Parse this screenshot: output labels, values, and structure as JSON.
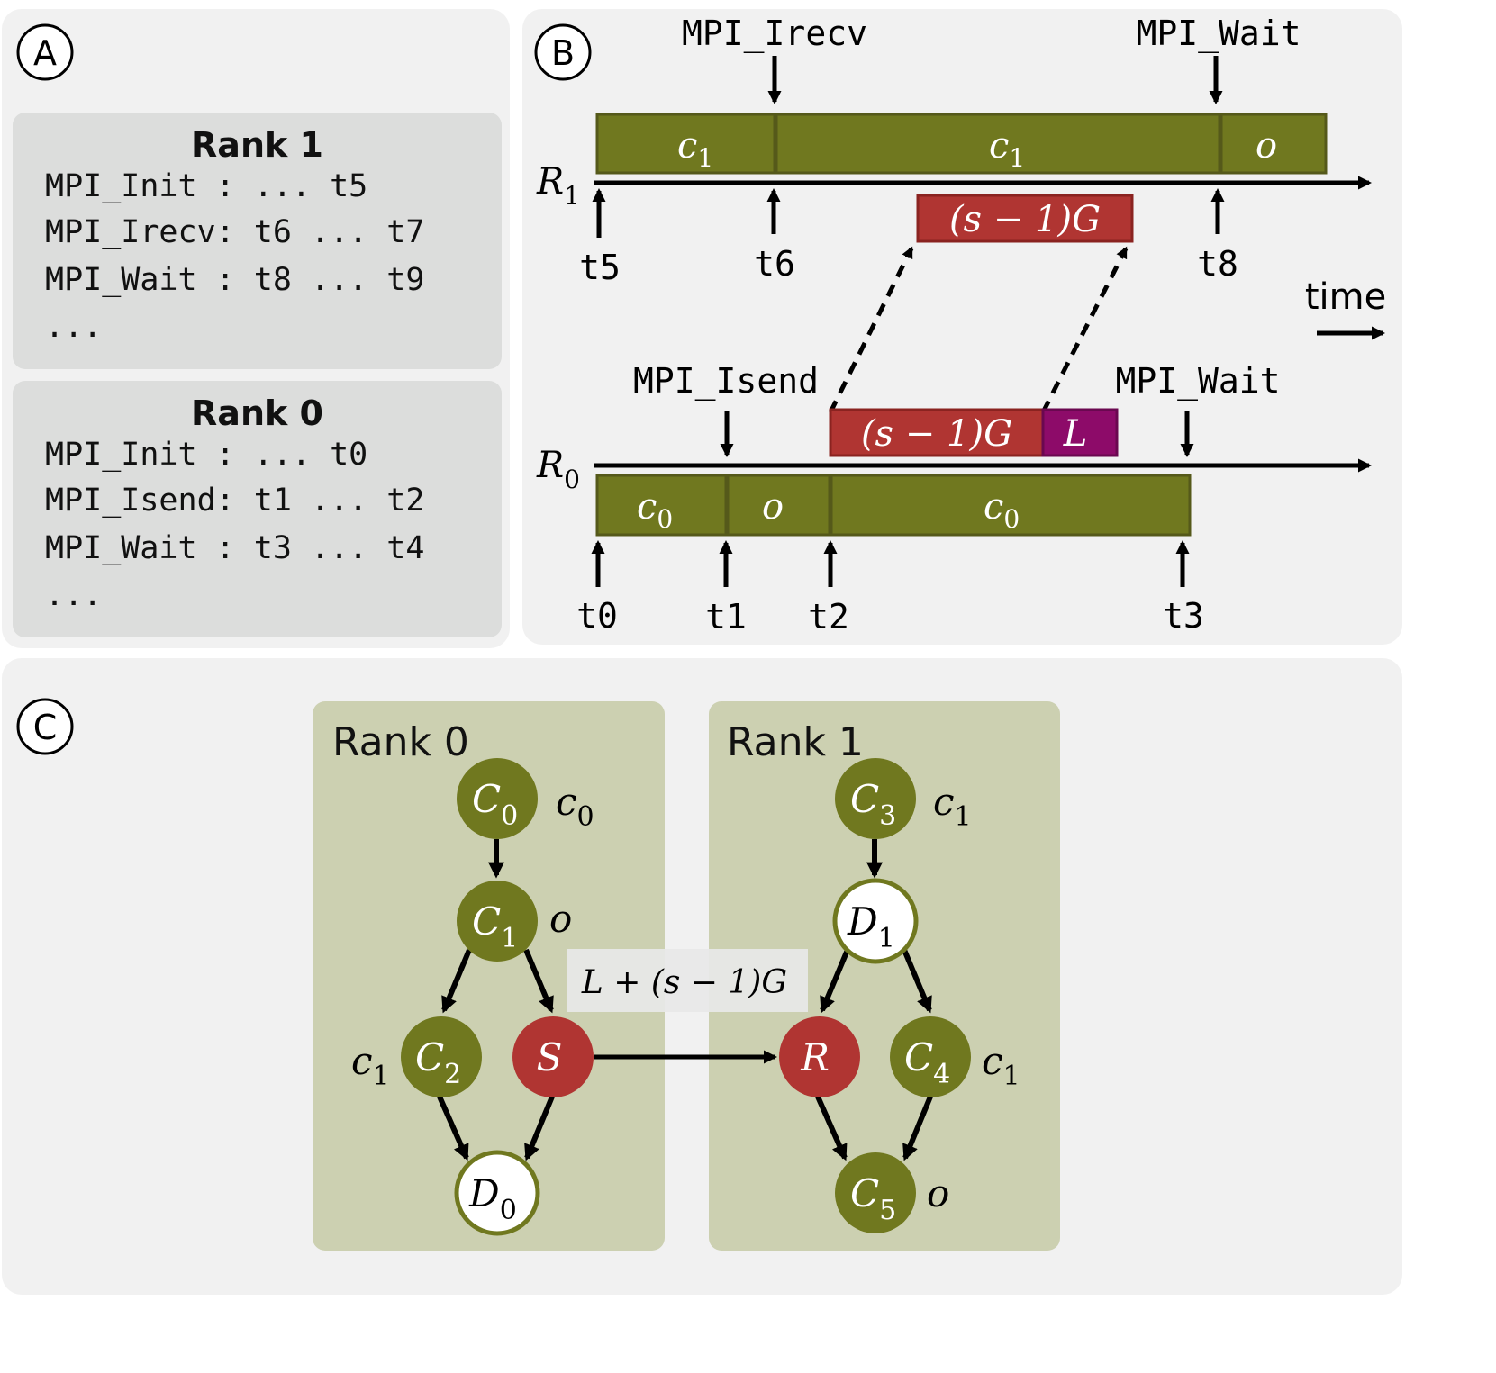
{
  "panel_a": {
    "badge": "A",
    "rank1": {
      "title": "Rank 1",
      "lines": [
        "MPI_Init : ... t5",
        "MPI_Irecv: t6 ... t7",
        "MPI_Wait : t8 ... t9",
        "..."
      ]
    },
    "rank0": {
      "title": "Rank 0",
      "lines": [
        "MPI_Init : ... t0",
        "MPI_Isend: t1 ... t2",
        "MPI_Wait : t3 ... t4",
        "..."
      ]
    }
  },
  "panel_b": {
    "badge": "B",
    "calls_top": {
      "irecv": "MPI_Irecv",
      "wait": "MPI_Wait"
    },
    "calls_bottom": {
      "isend": "MPI_Isend",
      "wait": "MPI_Wait"
    },
    "r1": {
      "label_main": "R",
      "label_sub": "1",
      "blocks": [
        {
          "main": "c",
          "sub": "1"
        },
        {
          "main": "c",
          "sub": "1"
        },
        {
          "main": "o",
          "sub": ""
        }
      ],
      "times": [
        "t5",
        "t6",
        "t8"
      ]
    },
    "r0": {
      "label_main": "R",
      "label_sub": "0",
      "blocks": [
        {
          "main": "c",
          "sub": "0"
        },
        {
          "main": "o",
          "sub": ""
        },
        {
          "main": "c",
          "sub": "0"
        }
      ],
      "times": [
        "t0",
        "t1",
        "t2",
        "t3"
      ]
    },
    "gap_label": "(s − 1)G",
    "latency_label": "L",
    "time_label": "time"
  },
  "panel_c": {
    "badge": "C",
    "rank0": {
      "title": "Rank 0",
      "nodes": {
        "c0": {
          "main": "C",
          "sub": "0"
        },
        "c1": {
          "main": "C",
          "sub": "1"
        },
        "c2": {
          "main": "C",
          "sub": "2"
        },
        "s": {
          "main": "S",
          "sub": ""
        },
        "d0": {
          "main": "D",
          "sub": "0"
        }
      },
      "weights": {
        "c0": {
          "main": "c",
          "sub": "0"
        },
        "c1": {
          "main": "o",
          "sub": ""
        },
        "c2": {
          "main": "c",
          "sub": "1"
        }
      }
    },
    "rank1": {
      "title": "Rank 1",
      "nodes": {
        "c3": {
          "main": "C",
          "sub": "3"
        },
        "d1": {
          "main": "D",
          "sub": "1"
        },
        "r": {
          "main": "R",
          "sub": ""
        },
        "c4": {
          "main": "C",
          "sub": "4"
        },
        "c5": {
          "main": "C",
          "sub": "5"
        }
      },
      "weights": {
        "c3": {
          "main": "c",
          "sub": "1"
        },
        "c4": {
          "main": "c",
          "sub": "1"
        },
        "c5": {
          "main": "o",
          "sub": ""
        }
      }
    },
    "edge_label": "L + (s − 1)G"
  },
  "colors": {
    "panel_bg": "#f1f1f1",
    "box_bg": "#dcdddc",
    "rank_bg": "#ccd0b1",
    "olive": "#70781f",
    "red": "#b03532",
    "magenta": "#8d0b69",
    "white": "#ffffff",
    "black": "#000000"
  }
}
